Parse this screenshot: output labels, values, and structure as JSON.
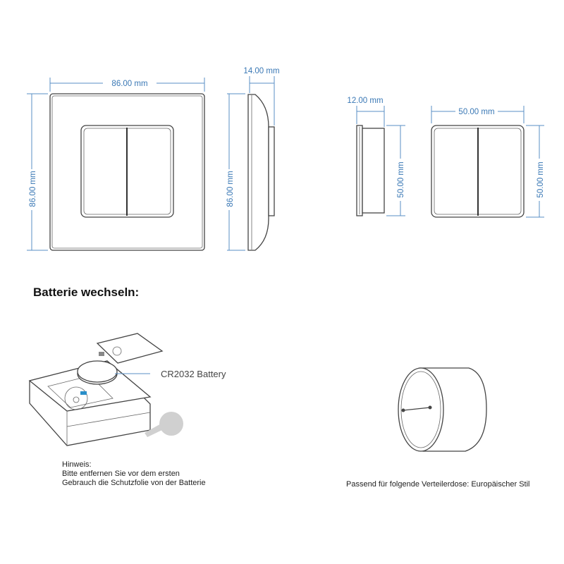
{
  "dimensions": {
    "front_width": "86.00 mm",
    "front_height": "86.00 mm",
    "side_height": "86.00 mm",
    "side_depth": "14.00 mm",
    "module_depth": "12.00 mm",
    "module_height_side": "50.00 mm",
    "module_width": "50.00 mm",
    "module_height": "50.00 mm"
  },
  "battery_section": {
    "heading": "Batterie wechseln:",
    "battery_label": "CR2032 Battery",
    "note_title": "Hinweis:",
    "note_line1": "Bitte entfernen Sie vor dem ersten",
    "note_line2": "Gebrauch die Schutzfolie von der Batterie"
  },
  "box_caption": "Passend für folgende Verteilerdose: Europäischer Stil",
  "colors": {
    "dimension": "#3a78b5",
    "outline": "#444444"
  }
}
